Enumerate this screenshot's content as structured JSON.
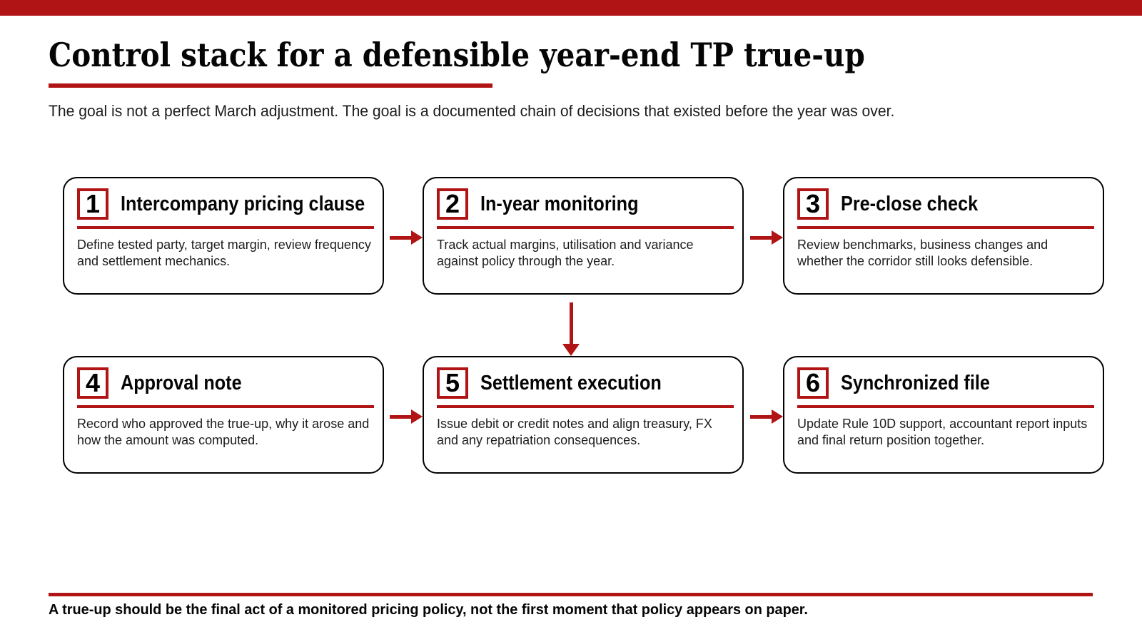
{
  "page": {
    "title": "Control stack for a defensible year-end TP true-up",
    "subtitle": "The goal is not a perfect March adjustment. The goal is a documented chain of decisions that existed before the year was over.",
    "footer": "A true-up should be the final act of a monitored pricing policy, not the first moment that policy appears on paper."
  },
  "colors": {
    "accent_red": "#b11414",
    "border_black": "#000000",
    "text": "#1c1c1c"
  },
  "diagram": {
    "nodes": [
      {
        "number": "1",
        "title": "Intercompany pricing clause",
        "body": "Define tested party, target margin, review frequency and settlement mechanics."
      },
      {
        "number": "2",
        "title": "In-year monitoring",
        "body": "Track actual margins, utilisation and variance against policy through the year."
      },
      {
        "number": "3",
        "title": "Pre-close check",
        "body": "Review benchmarks, business changes and whether the corridor still looks defensible."
      },
      {
        "number": "4",
        "title": "Approval note",
        "body": "Record who approved the true-up, why it arose and how the amount was computed."
      },
      {
        "number": "5",
        "title": "Settlement execution",
        "body": "Issue debit or credit notes and align treasury, FX and any repatriation consequences."
      },
      {
        "number": "6",
        "title": "Synchronized file",
        "body": "Update Rule 10D support, accountant report inputs and final return position together."
      }
    ],
    "connections": [
      {
        "from": "1",
        "to": "2",
        "direction": "right"
      },
      {
        "from": "2",
        "to": "3",
        "direction": "right"
      },
      {
        "from": "2",
        "to": "5",
        "direction": "down"
      },
      {
        "from": "4",
        "to": "5",
        "direction": "right"
      },
      {
        "from": "5",
        "to": "6",
        "direction": "right"
      }
    ]
  }
}
